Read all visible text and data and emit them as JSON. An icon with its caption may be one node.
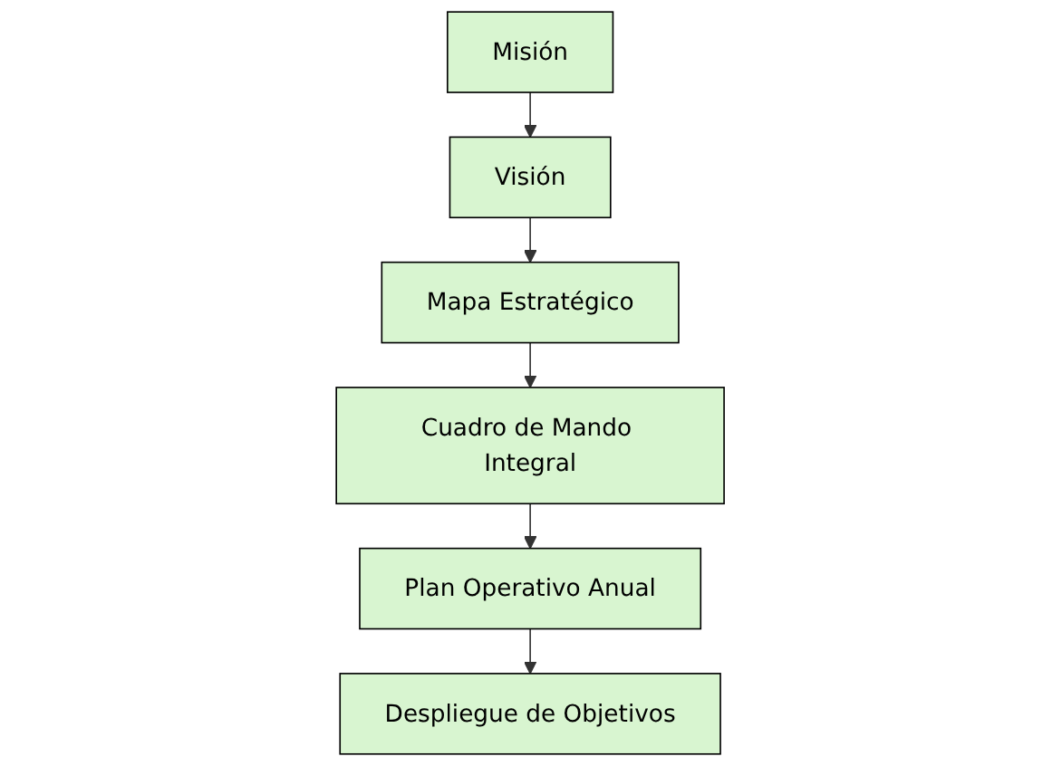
{
  "diagram": {
    "nodes": [
      {
        "text": [
          "Misión"
        ]
      },
      {
        "text": [
          "Visión"
        ]
      },
      {
        "text": [
          "Mapa Estratégico"
        ]
      },
      {
        "text": [
          "Cuadro de Mando Integral"
        ]
      },
      {
        "text": [
          "Plan Operativo Anual"
        ]
      },
      {
        "text": [
          "Despliegue de Objetivos"
        ]
      }
    ],
    "edges": [
      {
        "from": 0,
        "to": 1,
        "arrow": "to"
      },
      {
        "from": 1,
        "to": 2,
        "arrow": "to"
      },
      {
        "from": 2,
        "to": 3,
        "arrow": "to"
      },
      {
        "from": 3,
        "to": 4,
        "arrow": "to"
      },
      {
        "from": 4,
        "to": 5,
        "arrow": "to"
      }
    ]
  }
}
